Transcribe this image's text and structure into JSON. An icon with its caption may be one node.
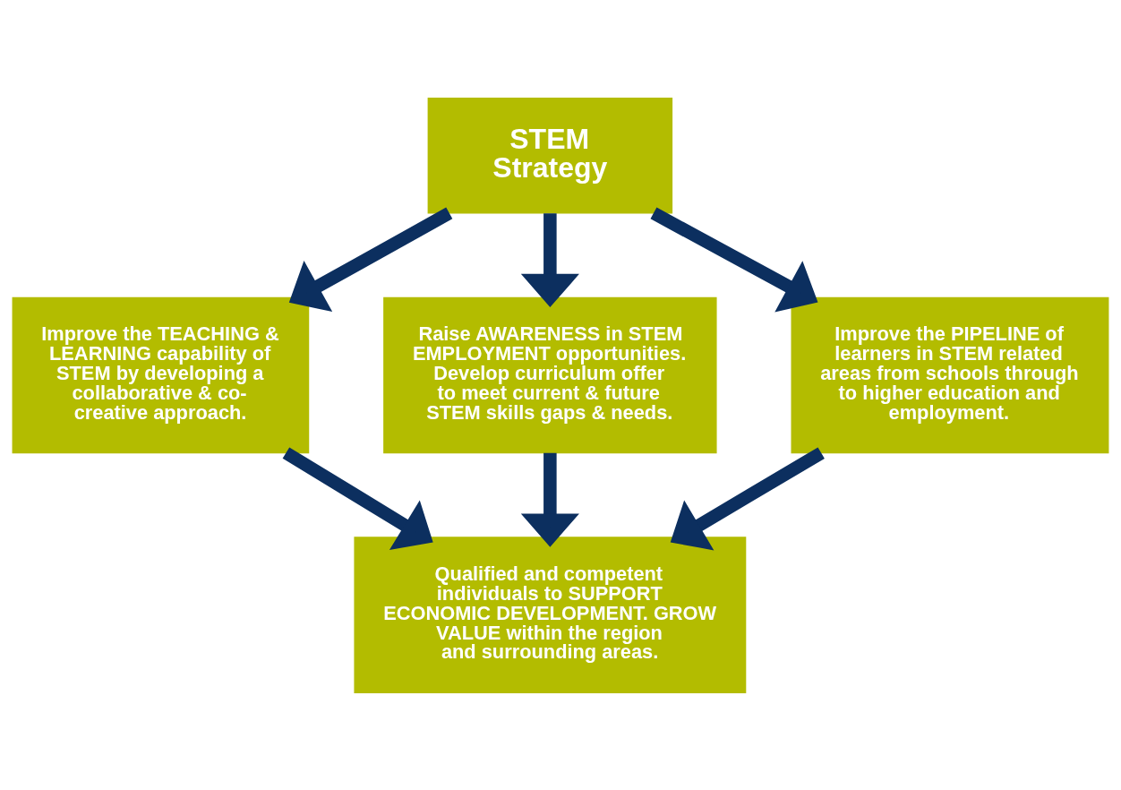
{
  "diagram": {
    "nodes": [
      {
        "text": [
          "STEM Strategy"
        ]
      },
      {
        "text": [
          "Improve the TEACHING & LEARNING capability of STEM by developing a collaborative & co-creative approach."
        ]
      },
      {
        "text": [
          "Raise AWARENESS in STEM EMPLOYMENT opportunities. Develop curriculum offer to meet current & future STEM skills gaps & needs."
        ]
      },
      {
        "text": [
          "Improve the PIPELINE of learners in STEM related areas from schools through to higher education and employment."
        ]
      },
      {
        "text": [
          "Qualified and competent individuals to SUPPORT ECONOMIC DEVELOPMENT. GROW VALUE within the region and surrounding areas."
        ]
      }
    ],
    "edges": [
      {
        "from": 0,
        "to": 1,
        "arrow": "to"
      },
      {
        "from": 0,
        "to": 2,
        "arrow": "to"
      },
      {
        "from": 0,
        "to": 3,
        "arrow": "to"
      },
      {
        "from": 1,
        "to": 4,
        "arrow": "to"
      },
      {
        "from": 2,
        "to": 4,
        "arrow": "to"
      },
      {
        "from": 3,
        "to": 4,
        "arrow": "to"
      }
    ]
  }
}
